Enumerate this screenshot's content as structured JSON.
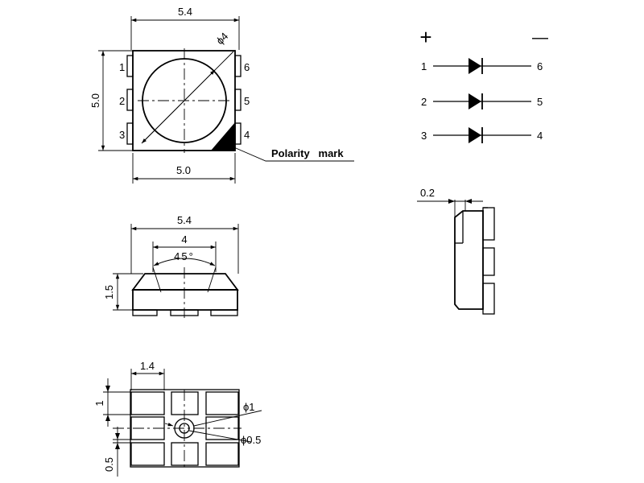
{
  "top_view": {
    "width_dim": "5.4",
    "height_dim": "5.0",
    "bottom_dim": "5.0",
    "lens_dim": "ϕ4",
    "pins_left": [
      "1",
      "2",
      "3"
    ],
    "pins_right": [
      "6",
      "5",
      "4"
    ],
    "polarity_label": "Polarity   mark"
  },
  "schematic": {
    "plus": "+",
    "minus": "—",
    "rows": [
      {
        "left": "1",
        "right": "6"
      },
      {
        "left": "2",
        "right": "5"
      },
      {
        "left": "3",
        "right": "4"
      }
    ]
  },
  "side_view": {
    "width_dim": "5.4",
    "lens_dim": "4",
    "angle_dim": "45°",
    "height_dim": "1.5"
  },
  "profile_view": {
    "offset_dim": "0.2"
  },
  "footprint": {
    "pad_width_dim": "1.4",
    "pad_height_dim": "1",
    "gap_dim": "0.5",
    "hole_outer_dim": "ϕ1",
    "hole_inner_dim": "ϕ0.5"
  }
}
